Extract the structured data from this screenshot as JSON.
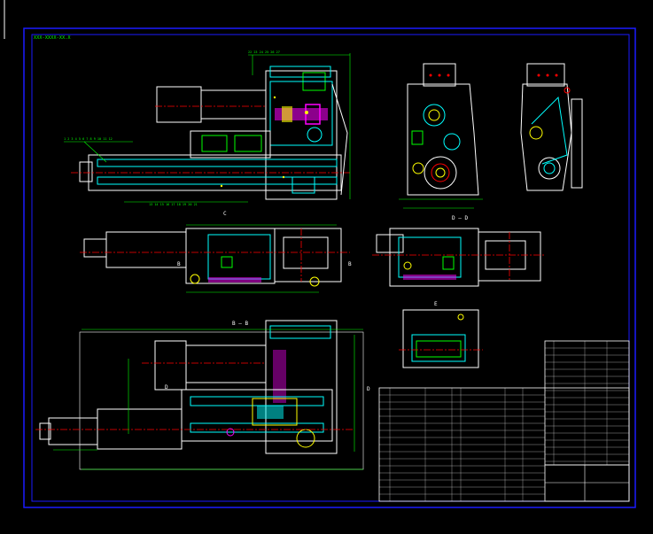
{
  "drawing": {
    "tag_text": "XXX-XXXX-XX.X",
    "section_labels": [
      "C",
      "D — D",
      "E",
      "B — B",
      "B",
      "B",
      "D",
      "D"
    ],
    "border_color": "#0000ff",
    "frame_color": "#2020ff",
    "line_colors": {
      "outline": "#ffffff",
      "hatch": "#00ffff",
      "centerline": "#ff0000",
      "dimension": "#00ff00",
      "leader": "#ffff00",
      "accent": "#ff00ff"
    }
  }
}
